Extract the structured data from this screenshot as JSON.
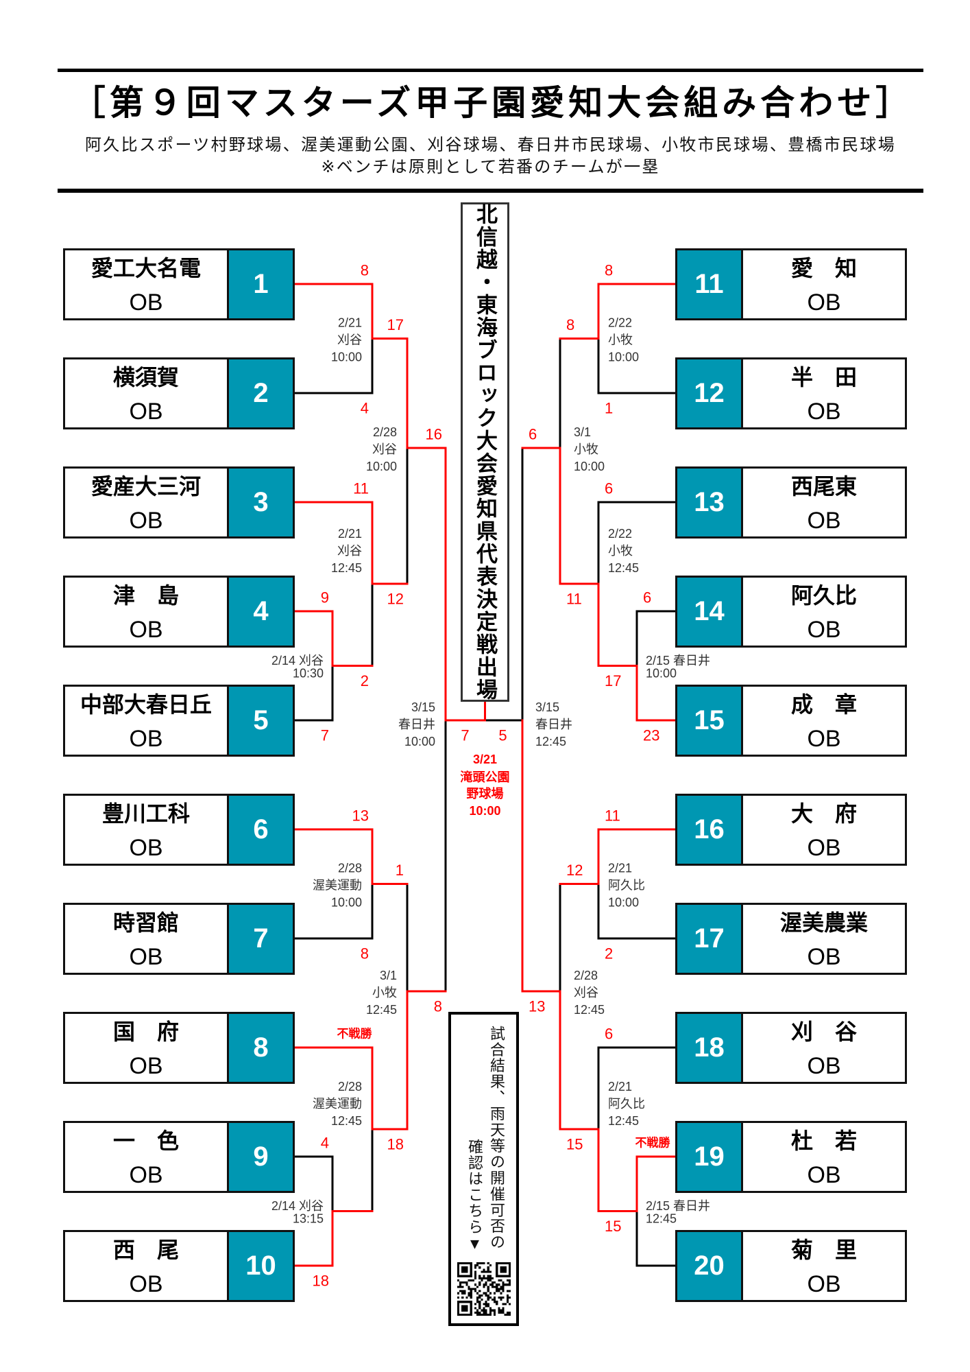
{
  "header": {
    "title": "［第９回マスターズ甲子園愛知大会組み合わせ］",
    "venues": "阿久比スポーツ村野球場、渥美運動公園、刈谷球場、春日井市民球場、小牧市民球場、豊橋市民球場",
    "note": "※ベンチは原則として若番のチームが一塁"
  },
  "banner": "北信越・東海ブロック大会愛知県代表決定戦出場",
  "results_box": {
    "line1": "試合結果、雨天等の開催可否の",
    "line2": "確認はこちら▼",
    "qr_icon": "qr-code-icon"
  },
  "colors": {
    "win_line": "#ff0000",
    "line": "#000000",
    "seed_bg": "#0097b2",
    "info_text": "#333333"
  },
  "teams": [
    {
      "seed": "1",
      "name": "愛工大名電",
      "suffix": "OB"
    },
    {
      "seed": "2",
      "name": "横須賀",
      "suffix": "OB"
    },
    {
      "seed": "3",
      "name": "愛産大三河",
      "suffix": "OB"
    },
    {
      "seed": "4",
      "name": "津　島",
      "suffix": "OB"
    },
    {
      "seed": "5",
      "name": "中部大春日丘",
      "suffix": "OB"
    },
    {
      "seed": "6",
      "name": "豊川工科",
      "suffix": "OB"
    },
    {
      "seed": "7",
      "name": "時習館",
      "suffix": "OB"
    },
    {
      "seed": "8",
      "name": "国　府",
      "suffix": "OB"
    },
    {
      "seed": "9",
      "name": "一　色",
      "suffix": "OB"
    },
    {
      "seed": "10",
      "name": "西　尾",
      "suffix": "OB"
    },
    {
      "seed": "11",
      "name": "愛　知",
      "suffix": "OB"
    },
    {
      "seed": "12",
      "name": "半　田",
      "suffix": "OB"
    },
    {
      "seed": "13",
      "name": "西尾東",
      "suffix": "OB"
    },
    {
      "seed": "14",
      "name": "阿久比",
      "suffix": "OB"
    },
    {
      "seed": "15",
      "name": "成　章",
      "suffix": "OB"
    },
    {
      "seed": "16",
      "name": "大　府",
      "suffix": "OB"
    },
    {
      "seed": "17",
      "name": "渥美農業",
      "suffix": "OB"
    },
    {
      "seed": "18",
      "name": "刈　谷",
      "suffix": "OB"
    },
    {
      "seed": "19",
      "name": "杜　若",
      "suffix": "OB"
    },
    {
      "seed": "20",
      "name": "菊　里",
      "suffix": "OB"
    }
  ],
  "matches": [
    {
      "id": "m1",
      "top": {
        "from": "team:4",
        "score": "9"
      },
      "bottom": {
        "from": "team:5",
        "score": "7"
      },
      "winner": "top",
      "info": [
        "2/14 刈谷",
        "10:30"
      ]
    },
    {
      "id": "m2",
      "top": {
        "from": "team:1",
        "score": "8"
      },
      "bottom": {
        "from": "team:2",
        "score": "4"
      },
      "winner": "top",
      "info": [
        "2/21",
        "刈谷",
        "10:00"
      ]
    },
    {
      "id": "m3",
      "top": {
        "from": "team:3",
        "score": "11"
      },
      "bottom": {
        "from": "match:m1",
        "score": "2"
      },
      "winner": "top",
      "info": [
        "2/21",
        "刈谷",
        "12:45"
      ]
    },
    {
      "id": "m4",
      "top": {
        "from": "match:m2",
        "score": "17"
      },
      "bottom": {
        "from": "match:m3",
        "score": "12"
      },
      "winner": "top",
      "info": [
        "2/28",
        "刈谷",
        "10:00"
      ]
    },
    {
      "id": "m5",
      "top": {
        "from": "team:9",
        "score": "4"
      },
      "bottom": {
        "from": "team:10",
        "score": "18"
      },
      "winner": "bottom",
      "info": [
        "2/14 刈谷",
        "13:15"
      ]
    },
    {
      "id": "m6",
      "top": {
        "from": "team:6",
        "score": "13"
      },
      "bottom": {
        "from": "team:7",
        "score": "8"
      },
      "winner": "top",
      "info": [
        "2/28",
        "渥美運動",
        "10:00"
      ]
    },
    {
      "id": "m7",
      "top": {
        "from": "team:8",
        "score": "不戦勝"
      },
      "bottom": {
        "from": "match:m5"
      },
      "winner": "top",
      "info": [
        "2/28",
        "渥美運動",
        "12:45"
      ]
    },
    {
      "id": "m8",
      "top": {
        "from": "match:m6",
        "score": "1"
      },
      "bottom": {
        "from": "match:m7",
        "score": "18"
      },
      "winner": "bottom",
      "info": [
        "3/1",
        "小牧",
        "12:45"
      ]
    },
    {
      "id": "m9",
      "top": {
        "from": "match:m4",
        "score": "16"
      },
      "bottom": {
        "from": "match:m8",
        "score": "8"
      },
      "winner": "top",
      "info": [
        "3/15",
        "春日井",
        "10:00"
      ]
    },
    {
      "id": "m10",
      "top": {
        "from": "team:14",
        "score": "6"
      },
      "bottom": {
        "from": "team:15",
        "score": "23"
      },
      "winner": "bottom",
      "info": [
        "2/15 春日井",
        "10:00"
      ]
    },
    {
      "id": "m11",
      "top": {
        "from": "team:11",
        "score": "8"
      },
      "bottom": {
        "from": "team:12",
        "score": "1"
      },
      "winner": "top",
      "info": [
        "2/22",
        "小牧",
        "10:00"
      ]
    },
    {
      "id": "m12",
      "top": {
        "from": "team:13",
        "score": "6"
      },
      "bottom": {
        "from": "match:m10",
        "score": "17"
      },
      "winner": "bottom",
      "info": [
        "2/22",
        "小牧",
        "12:45"
      ]
    },
    {
      "id": "m13",
      "top": {
        "from": "match:m11",
        "score": "8"
      },
      "bottom": {
        "from": "match:m12",
        "score": "11"
      },
      "winner": "bottom",
      "info": [
        "3/1",
        "小牧",
        "10:00"
      ]
    },
    {
      "id": "m14",
      "top": {
        "from": "team:19",
        "score": "不戦勝"
      },
      "bottom": {
        "from": "team:20"
      },
      "winner": "top",
      "info": [
        "2/15 春日井",
        "12:45"
      ]
    },
    {
      "id": "m15",
      "top": {
        "from": "team:16",
        "score": "11"
      },
      "bottom": {
        "from": "team:17",
        "score": "2"
      },
      "winner": "top",
      "info": [
        "2/21",
        "阿久比",
        "10:00"
      ]
    },
    {
      "id": "m16",
      "top": {
        "from": "team:18",
        "score": "6"
      },
      "bottom": {
        "from": "match:m14",
        "score": "15"
      },
      "winner": "bottom",
      "info": [
        "2/21",
        "阿久比",
        "12:45"
      ]
    },
    {
      "id": "m17",
      "top": {
        "from": "match:m15",
        "score": "12"
      },
      "bottom": {
        "from": "match:m16",
        "score": "15"
      },
      "winner": "bottom",
      "info": [
        "2/28",
        "刈谷",
        "12:45"
      ]
    },
    {
      "id": "m18",
      "top": {
        "from": "match:m13",
        "score": "6"
      },
      "bottom": {
        "from": "match:m17",
        "score": "13"
      },
      "winner": "bottom",
      "info": [
        "3/15",
        "春日井",
        "12:45"
      ]
    }
  ],
  "final": {
    "left": {
      "from": "match:m9",
      "score": "7"
    },
    "right": {
      "from": "match:m18",
      "score": "5"
    },
    "winner": "left",
    "info": [
      "3/21",
      "滝頭公園",
      "野球場",
      "10:00"
    ]
  }
}
